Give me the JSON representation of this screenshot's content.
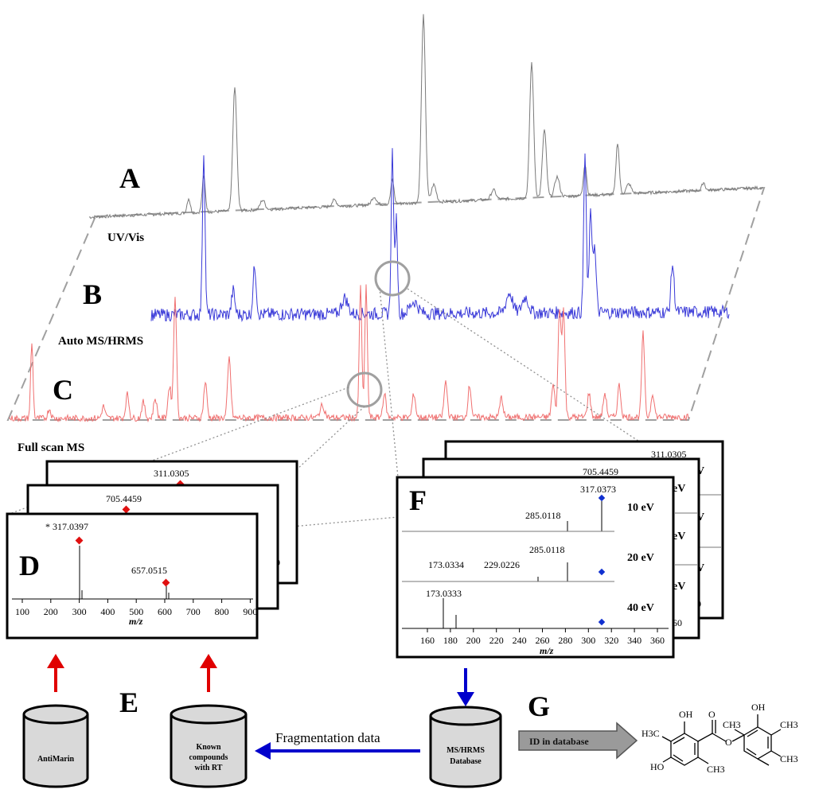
{
  "panel_labels": {
    "a": "A",
    "b": "B",
    "c": "C",
    "d": "D",
    "e": "E",
    "f": "F",
    "g": "G"
  },
  "trace_labels": {
    "uv": "UV/Vis",
    "auto": "Auto MS/HRMS",
    "full": "Full scan MS"
  },
  "colors": {
    "uv": "#7a7a7a",
    "auto": "#3a3ad8",
    "full": "#f07070",
    "marker_red": "#e01010",
    "marker_blue": "#1030d0",
    "arrow_red": "#e00000",
    "arrow_blue": "#0000cc",
    "arrow_gray": "#909090"
  },
  "panel_d": {
    "back_peaks": [
      "311.0305",
      "705.4459"
    ],
    "front_peaks": [
      "* 317.0397",
      "657.0515"
    ],
    "x_ticks": [
      "100",
      "200",
      "300",
      "400",
      "500",
      "600",
      "700",
      "800",
      "900"
    ],
    "x_axis_label": "m/z",
    "stub_labels": [
      "0",
      "0"
    ]
  },
  "panel_f": {
    "back_peaks": [
      "311.0305",
      "705.4459"
    ],
    "rows": [
      {
        "energy": "10 eV",
        "peaks": [
          "317.0373",
          "285.0118"
        ]
      },
      {
        "energy": "20 eV",
        "peaks": [
          "173.0334",
          "229.0226",
          "285.0118"
        ]
      },
      {
        "energy": "40 eV",
        "peaks": [
          "173.0333"
        ]
      }
    ],
    "x_ticks": [
      "160",
      "180",
      "200",
      "220",
      "240",
      "260",
      "280",
      "300",
      "320",
      "340",
      "360"
    ],
    "x_axis_label": "m/z",
    "stub_labels": [
      "V",
      "V",
      "V",
      "eV",
      "eV",
      "eV",
      "0",
      "60"
    ]
  },
  "databases": {
    "antimarin": "AntiMarin",
    "known": [
      "Known",
      "compounds",
      "with RT"
    ],
    "mshrms": [
      "MS/HRMS",
      "Database"
    ]
  },
  "arrows": {
    "fragmentation": "Fragmentation data",
    "id_in_database": "ID in database"
  },
  "molecule": {
    "atoms": [
      "OH",
      "OH",
      "H3C",
      "O",
      "O",
      "CH3",
      "CH3",
      "HO",
      "CH3",
      "CH3"
    ]
  }
}
